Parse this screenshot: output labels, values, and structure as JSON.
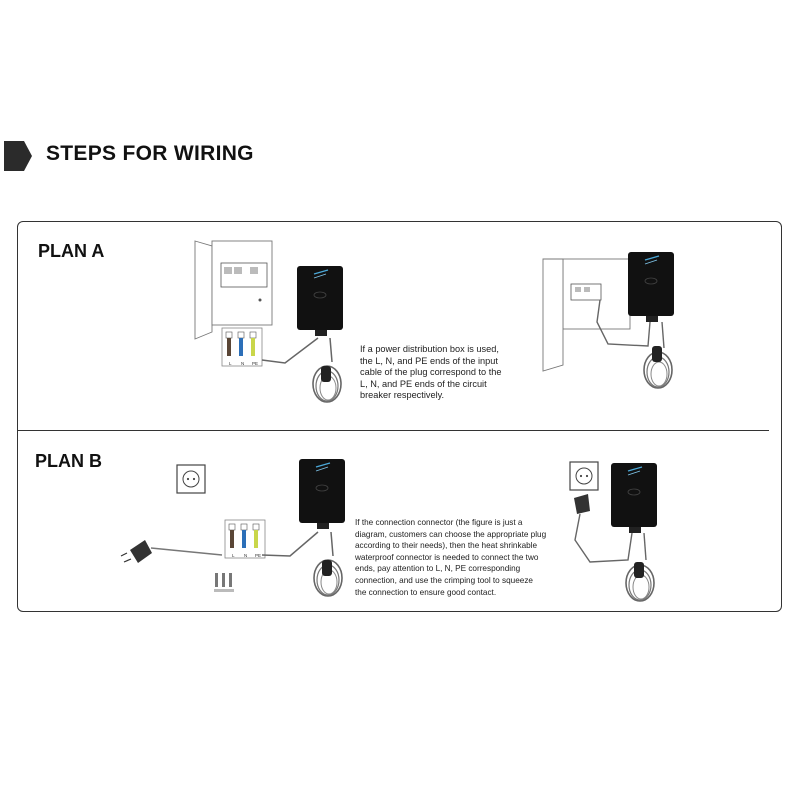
{
  "header": {
    "title": "STEPS FOR WIRING"
  },
  "plan_a": {
    "title": "PLAN A",
    "description": [
      "If a power distribution box is used,",
      "the L, N, and PE ends of the input",
      "cable of the plug correspond to the",
      "L, N, and PE ends of the circuit",
      "breaker respectively."
    ],
    "wire_labels": [
      "L",
      "N",
      "PE"
    ]
  },
  "plan_b": {
    "title": "PLAN B",
    "description": [
      "If the connection connector (the figure is just a",
      "diagram, customers can choose the appropriate plug",
      "according to their needs), then the heat shrinkable",
      "waterproof connector is needed to connect the two",
      "ends, pay attention to L, N, PE corresponding",
      "connection, and use the crimping tool to squeeze",
      "the connection to ensure good contact."
    ],
    "wire_labels": [
      "L",
      "N",
      "PE"
    ]
  },
  "colors": {
    "wire_l": "#5a4636",
    "wire_n": "#2c6fb8",
    "wire_pe": "#c9d64a",
    "charger": "#111111",
    "accent": "#4aa8d8"
  }
}
